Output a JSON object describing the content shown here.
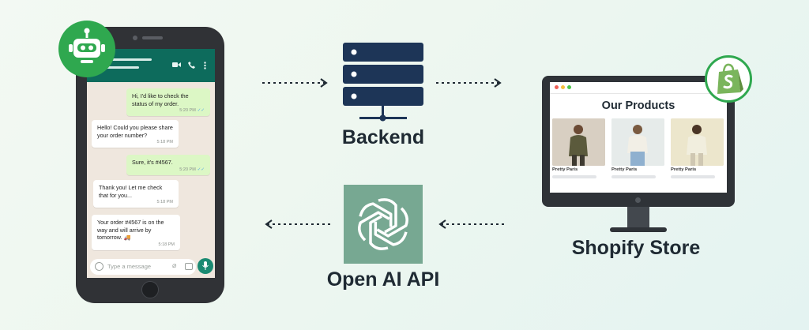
{
  "colors": {
    "accent_green": "#2fa84f",
    "backend_navy": "#1d3557",
    "openai_teal": "#77a892",
    "whatsapp_header": "#0d6b5c",
    "text_dark": "#1f2a33"
  },
  "phone": {
    "input_placeholder": "Type a message",
    "messages": [
      {
        "direction": "out",
        "text": "Hi, I'd like to check the status of my order.",
        "time": "5:20 PM"
      },
      {
        "direction": "in",
        "text": "Hello! Could you please share your order number?",
        "time": "5:18 PM"
      },
      {
        "direction": "out",
        "text": "Sure, it's #4567.",
        "time": "5:20 PM"
      },
      {
        "direction": "in",
        "text": "Thank you! Let me check that for you...",
        "time": "5:18 PM"
      },
      {
        "direction": "in",
        "text": "Your order #4567 is on the way and will arrive by tomorrow. 🚚",
        "time": "5:18 PM"
      }
    ]
  },
  "nodes": {
    "backend": "Backend",
    "openai": "Open AI API",
    "shopify": "Shopify Store"
  },
  "store": {
    "title": "Our Products",
    "products": [
      {
        "name": "Pretty Paris"
      },
      {
        "name": "Pretty Paris"
      },
      {
        "name": "Pretty Paris"
      }
    ]
  },
  "icons": {
    "bot": "robot-icon",
    "server": "server-rack-icon",
    "openai": "openai-logo-icon",
    "shopify": "shopify-bag-icon"
  }
}
